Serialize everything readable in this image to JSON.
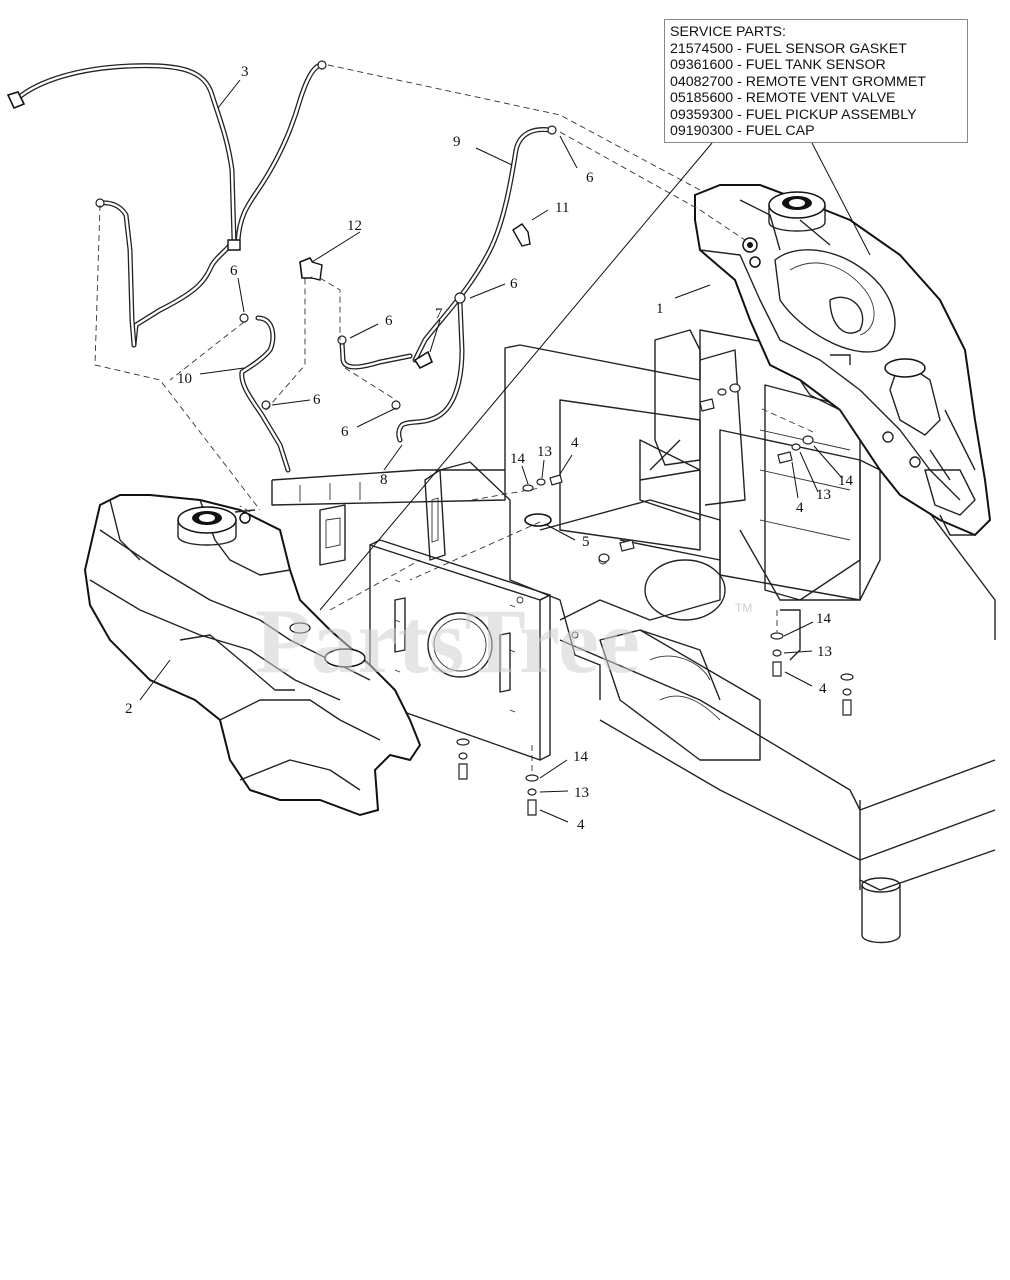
{
  "service_parts": {
    "title": "SERVICE PARTS:",
    "items": [
      "21574500 - FUEL SENSOR GASKET",
      "09361600 - FUEL TANK SENSOR",
      "04082700 - REMOTE VENT GROMMET",
      "05185600 - REMOTE VENT VALVE",
      "09359300 - FUEL PICKUP ASSEMBLY",
      "09190300 - FUEL CAP"
    ]
  },
  "watermark": {
    "text": "PartsTree",
    "tm": "TM"
  },
  "callouts": {
    "c1": "1",
    "c2": "2",
    "c3": "3",
    "c4a": "4",
    "c4b": "4",
    "c4c": "4",
    "c4d": "4",
    "c5": "5",
    "c6a": "6",
    "c6b": "6",
    "c6c": "6",
    "c6d": "6",
    "c6e": "6",
    "c6f": "6",
    "c7": "7",
    "c8": "8",
    "c9": "9",
    "c10": "10",
    "c11": "11",
    "c12": "12",
    "c13a": "13",
    "c13b": "13",
    "c13c": "13",
    "c13d": "13",
    "c14a": "14",
    "c14b": "14",
    "c14c": "14",
    "c14d": "14"
  }
}
